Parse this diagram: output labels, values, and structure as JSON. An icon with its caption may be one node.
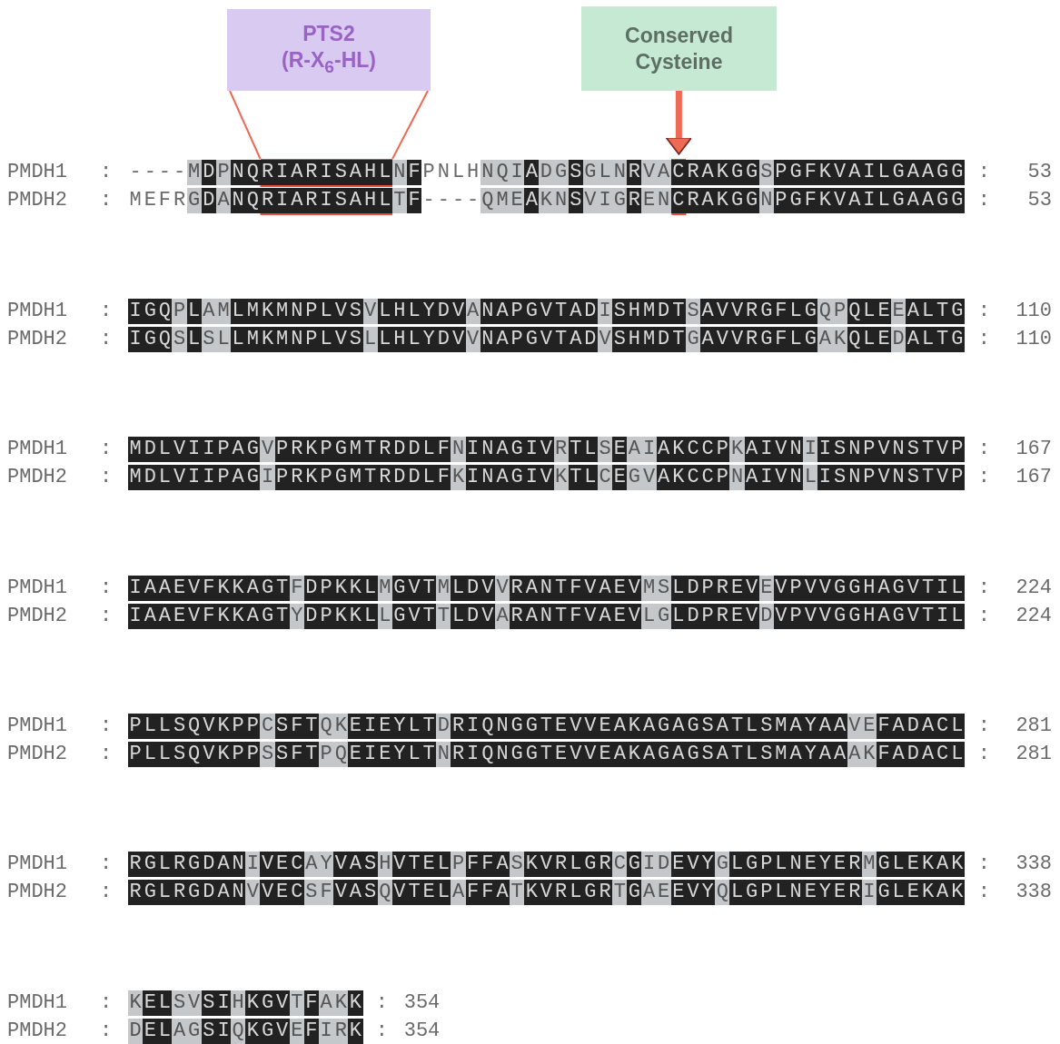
{
  "diagram": {
    "nodes": [
      {
        "text": [
          "PTS2",
          "(R-X$_{6}$-HL)"
        ]
      },
      {
        "text": [
          "Conserved Cysteine"
        ]
      },
      {
        "text": [],
        "shape": "bar"
      },
      {
        "text": [],
        "shape": "bar"
      }
    ],
    "edges": [
      {
        "from": 0,
        "to": 2,
        "arrow": "none"
      },
      {
        "from": 0,
        "to": 2,
        "arrow": "none"
      },
      {
        "from": 1,
        "to": 3,
        "arrow": "to",
        "style": "thick"
      }
    ],
    "labels": [
      "PMDH1",
      ":",
      "----MDPNQRIARISAHLNFPNLHNQIADGSGLNRVACRAKGGSPGFKVAILGAAGG",
      ":",
      "53",
      "PMDH2",
      ":",
      "MEFRGDANQRIARISAHLTF----QMEAKNSVIGRENCRAKGGNPGFKVAILGAAGG",
      ":",
      "53",
      "PMDH1",
      ":",
      "IGQPLAMLMKMNPLVSVLHLYDVANAPGVTADISHMDTSAVVRGFLGQPQLEEALTG",
      ":",
      "110",
      "PMDH2",
      ":",
      "IGQSLSLLMKMNPLVSLLHLYDVVNAPGVTADVSHMDTGAVVRGFLGAKQLEDALTG",
      ":",
      "110",
      "PMDH1",
      ":",
      "MDLVIIPAGVPRKPGMTRDDLFNINAGIVRTLSEAIAKCCPKAIVNIISNPVNSTVP",
      ":",
      "167",
      "PMDH2",
      ":",
      "MDLVIIPAGIPRKPGMTRDDLFKINAGIVKTLCEGVAKCCPNAIVNLISNPVNSTVP",
      ":",
      "167",
      "PMDH1",
      ":",
      "IAAEVFKKAGTFDPKKLMGVTMLDVVRANTFVAEVMSLDPREVEVPVVGGHAGVTIL",
      ":",
      "224",
      "PMDH2",
      ":",
      "IAAEVFKKAGTYDPKKLLGVTTLDVARANTFVAEVLGLDPREVDVPVVGGHAGVTIL",
      ":",
      "224",
      "PMDH1",
      ":",
      "PLLSQVKPPCSFTQKEIEYLTDRIQNGGTEVVEAKAGAGSATLSMAYAAVEFADACL",
      ":",
      "281",
      "PMDH2",
      ":",
      "PLLSQVKPPSSFTPQEIEYLTNRIQNGGTEVVEAKAGAGSATLSMAYAAAKFADACL",
      ":",
      "281",
      "PMDH1",
      ":",
      "RGLRGDANIVECAYVASHVTELPFFASKVRLGRCGIDEVYGLGPLNEYERMGLEKAK",
      ":",
      "338",
      "PMDH2",
      ":",
      "RGLRGDANVVECSFVASQVTELAFFATKVRLGRTGAEEVYQLGPLNEYERIGLEKAK",
      ":",
      "338",
      "PMDH1",
      ":",
      "KELSVSIHKGVTFAKK",
      ":",
      "354",
      "PMDH2",
      ":",
      "DELAGSIQKGVEFIRK",
      ":",
      "354"
    ]
  }
}
